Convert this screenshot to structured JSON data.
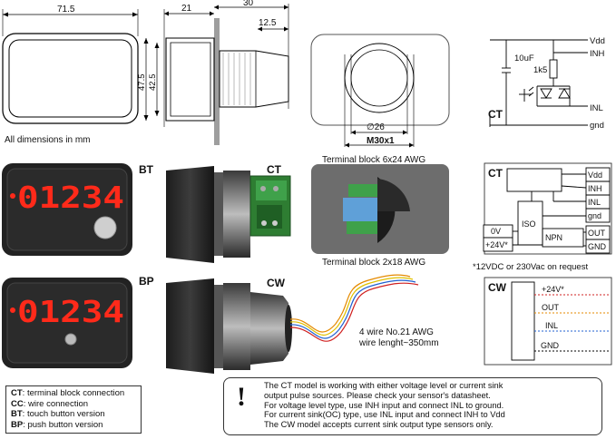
{
  "dimensions": {
    "width_front": "71.5",
    "depth_body": "21",
    "depth_total": "30",
    "depth_collar": "12.5",
    "height_outer": "47.5",
    "height_inner": "42.5",
    "diameter": "∅26",
    "thread": "M30x1",
    "caption": "All dimensions in mm"
  },
  "terminal_labels": {
    "ct_block": "Terminal block 6x24 AWG",
    "cw_block": "Terminal block 2x18 AWG",
    "wire": [
      "4 wire No.21 AWG",
      "wire lenght~350mm"
    ]
  },
  "versions": {
    "bt": "BT",
    "ct": "CT",
    "bp": "BP",
    "cw": "CW",
    "display_value": "01234"
  },
  "schematic": {
    "vdd": "Vdd",
    "cap": "10uF",
    "res": "1k5",
    "inh": "INH",
    "inl": "INL",
    "gnd": "gnd",
    "ct": "CT"
  },
  "ct_block": {
    "title": "CT",
    "pins": [
      "Vdd",
      "INH",
      "INL",
      "gnd",
      "OUT",
      "GND"
    ],
    "iso": "ISO",
    "zero_v": "0V",
    "plus24": "+24V*",
    "npn": "NPN"
  },
  "supply_note": "*12VDC or 230Vac on request",
  "cw_block": {
    "title": "CW",
    "pins": [
      "+24V*",
      "OUT",
      "INL",
      "GND"
    ]
  },
  "legend": [
    {
      "code": "CT",
      "text": ": terminal block connection"
    },
    {
      "code": "CC",
      "text": ": wire connection"
    },
    {
      "code": "BT",
      "text": ": touch button version"
    },
    {
      "code": "BP",
      "text": ": push button version"
    }
  ],
  "note_lines": [
    "The CT model is working with either voltage level or current sink",
    "output pulse sources. Please check your sensor's datasheet.",
    "For voltage level type, use INH input and connect INL to ground.",
    "For current sink(OC) type, use INL input and connect INH to Vdd",
    "The CW model accepts current sink output type sensors only."
  ],
  "colors": {
    "display_red": "#ff2a1a",
    "pcb_green": "#2e7d32",
    "wire_orange": "#e58a00",
    "wire_yellow": "#e0c000",
    "wire_blue": "#2060d0",
    "wire_red": "#d02020"
  }
}
